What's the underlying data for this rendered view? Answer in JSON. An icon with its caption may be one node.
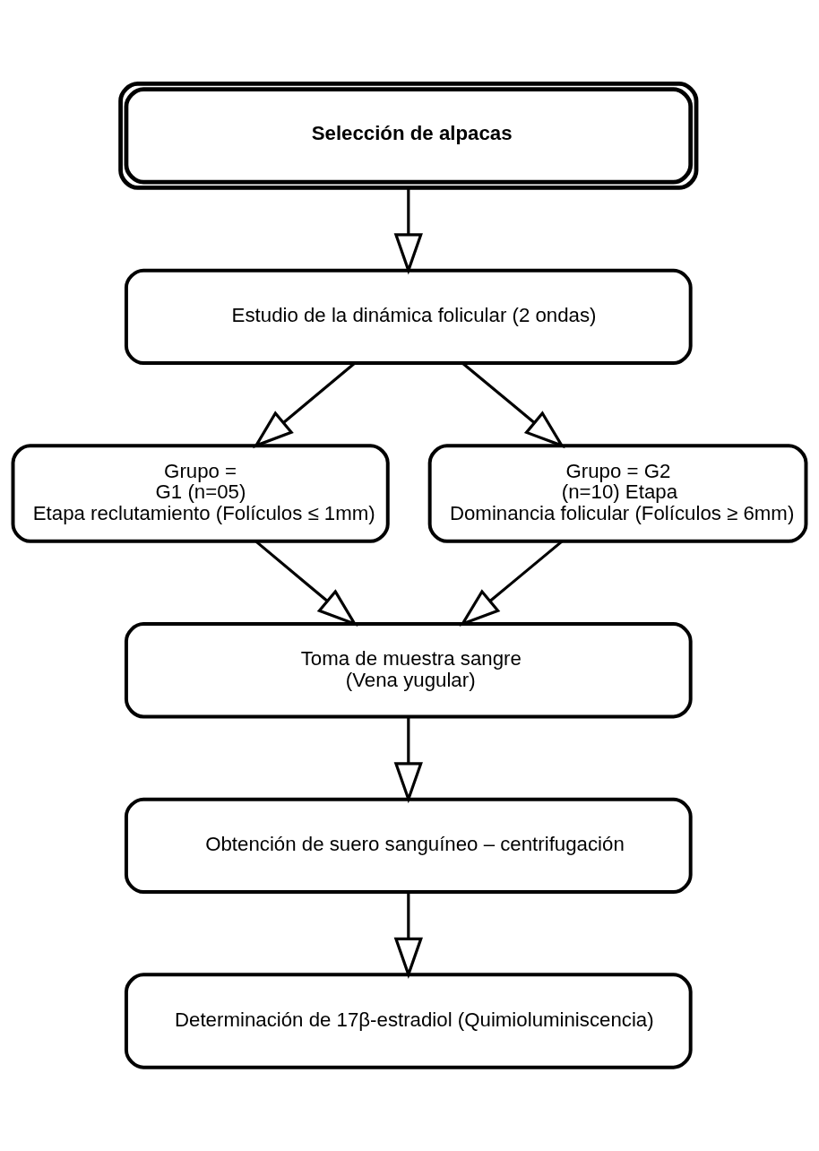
{
  "diagram": {
    "nodes": [
      {
        "text": [
          "Selección de alpacas"
        ]
      },
      {
        "text": [
          "Estudio de la dinámica folicular (2 ondas)"
        ]
      },
      {
        "text": [
          "Grupo = G1 (n=05) Etapa reclutamiento (Folículos ≤ 1mm)"
        ]
      },
      {
        "text": [
          "Grupo = G2 (n=10) Etapa Dominancia folicular (Folículos ≥ 6mm)"
        ]
      },
      {
        "text": [
          "Toma de muestra sangre (Vena yugular)"
        ]
      },
      {
        "text": [
          "Obtención de suero sanguíneo – centrifugación"
        ]
      },
      {
        "text": [
          "Determinación de 17β-estradiol (Quimioluminiscencia)"
        ]
      }
    ],
    "edges": [
      {
        "from": 0,
        "to": 1,
        "arrow": "to"
      },
      {
        "from": 1,
        "to": 2,
        "arrow": "to"
      },
      {
        "from": 1,
        "to": 3,
        "arrow": "to"
      },
      {
        "from": 2,
        "to": 4,
        "arrow": "to"
      },
      {
        "from": 3,
        "to": 4,
        "arrow": "to"
      },
      {
        "from": 4,
        "to": 5,
        "arrow": "to"
      },
      {
        "from": 5,
        "to": 6,
        "arrow": "to"
      }
    ]
  }
}
